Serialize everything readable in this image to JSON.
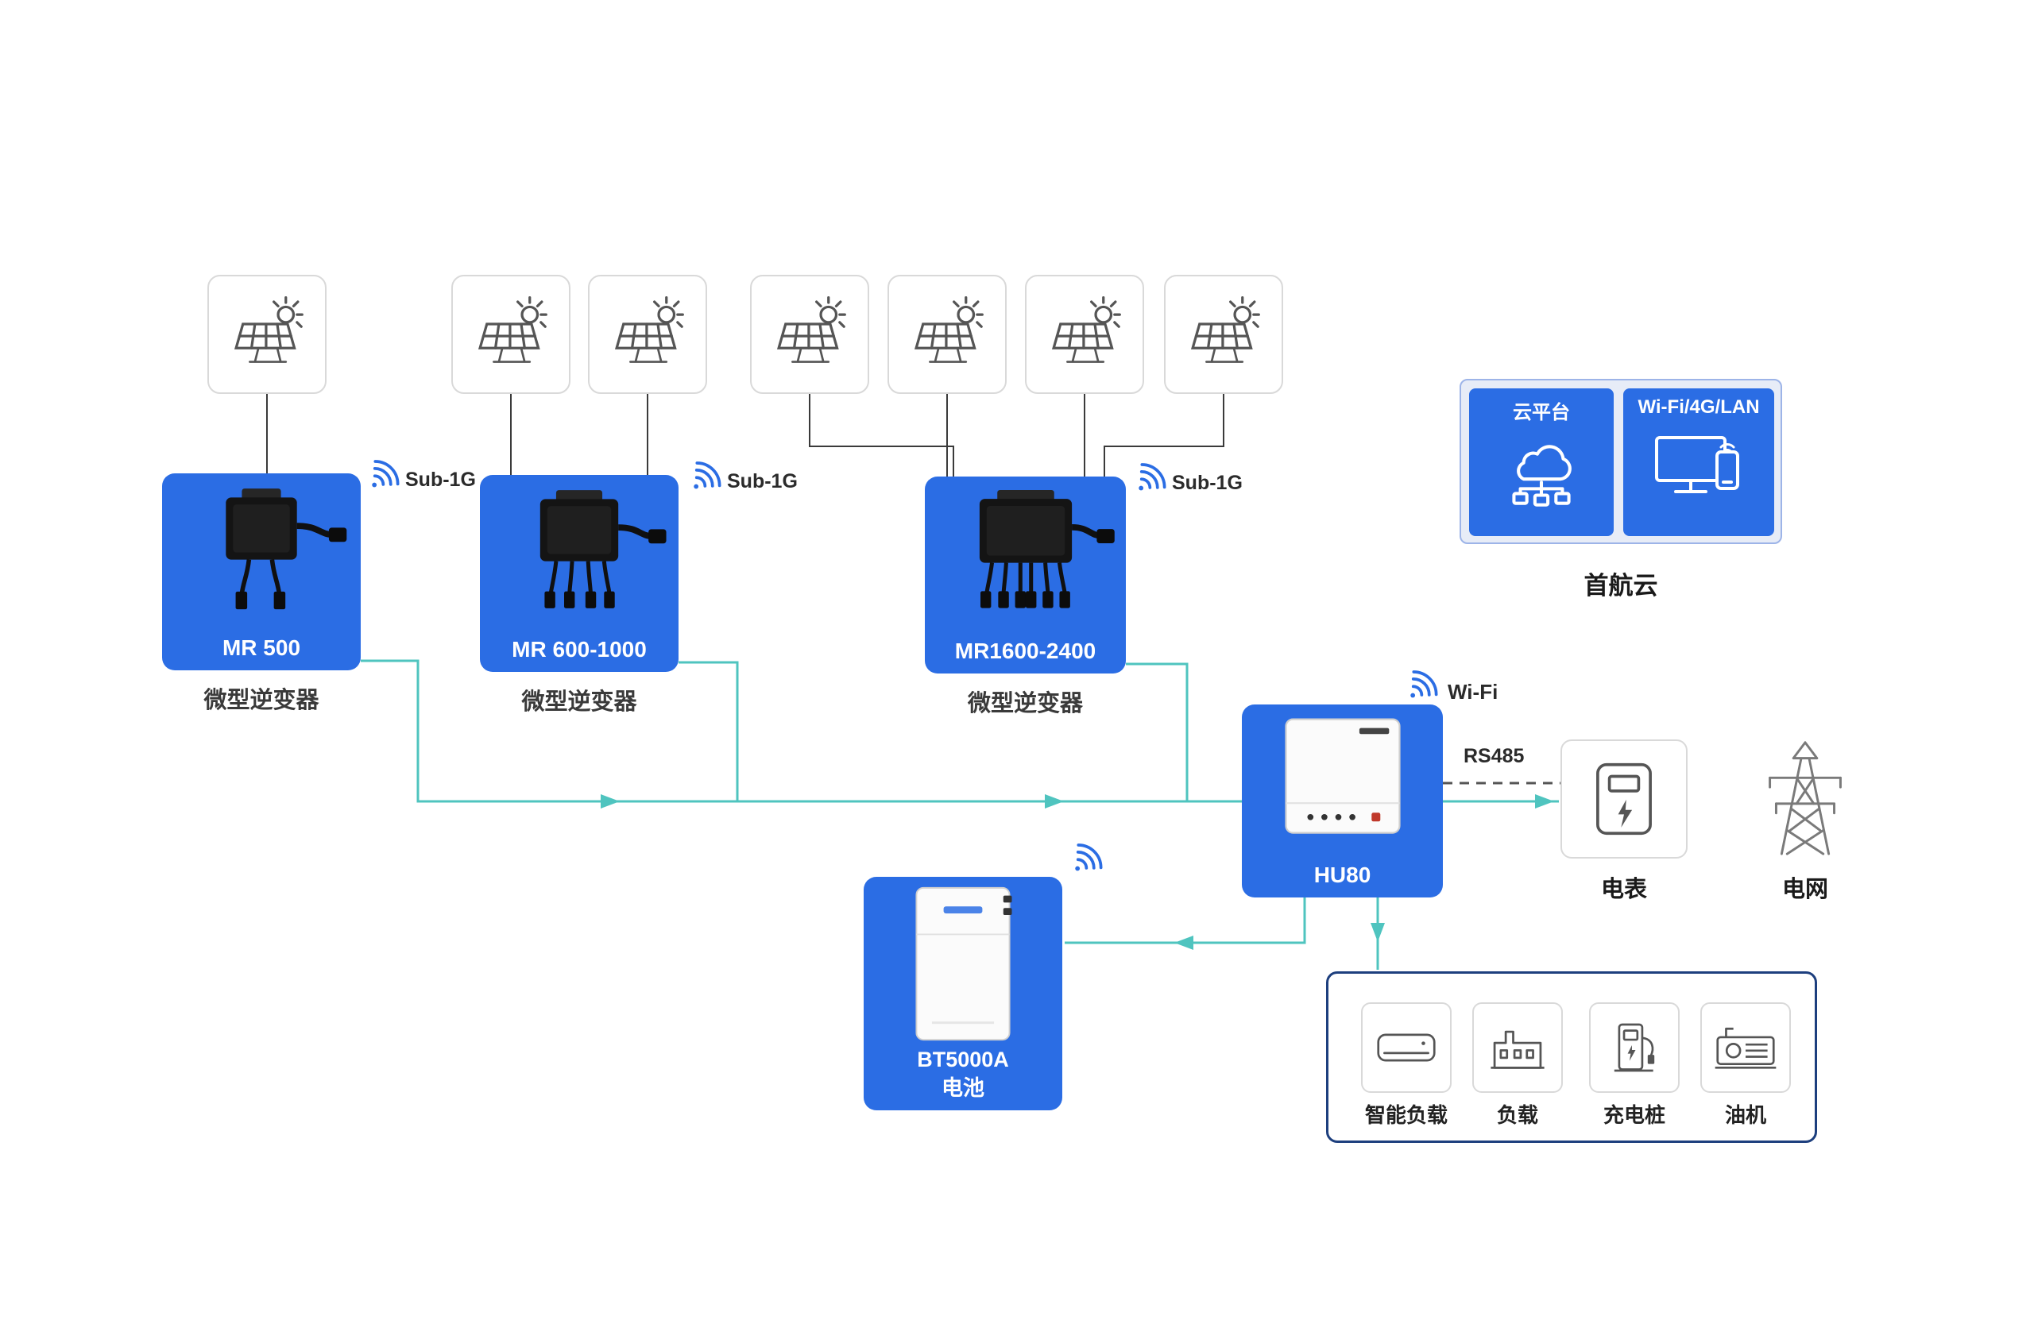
{
  "diagram": {
    "panels": {
      "icon": "solar-panel-icon",
      "count": 7
    },
    "inverters": [
      {
        "model": "MR 500",
        "type_label": "微型逆变器",
        "radio_label": "Sub-1G"
      },
      {
        "model": "MR 600-1000",
        "type_label": "微型逆变器",
        "radio_label": "Sub-1G"
      },
      {
        "model": "MR1600-2400",
        "type_label": "微型逆变器",
        "radio_label": "Sub-1G"
      }
    ],
    "cloud": {
      "platform_label": "云平台",
      "connectivity_label": "Wi-Fi/4G/LAN",
      "name": "首航云"
    },
    "hub": {
      "model": "HU80",
      "radio_label": "Wi-Fi",
      "bus_label": "RS485"
    },
    "battery": {
      "model": "BT5000A",
      "label": "电池"
    },
    "meter": {
      "label": "电表"
    },
    "grid": {
      "label": "电网"
    },
    "loads": {
      "items": [
        {
          "label": "智能负载",
          "icon": "smart-load-icon"
        },
        {
          "label": "负载",
          "icon": "load-icon"
        },
        {
          "label": "充电桩",
          "icon": "ev-charger-icon"
        },
        {
          "label": "油机",
          "icon": "generator-icon"
        }
      ]
    },
    "colors": {
      "accent_blue": "#2b6de4",
      "line_teal": "#4fc4bf",
      "loads_border_navy": "#1d3f7e"
    }
  }
}
